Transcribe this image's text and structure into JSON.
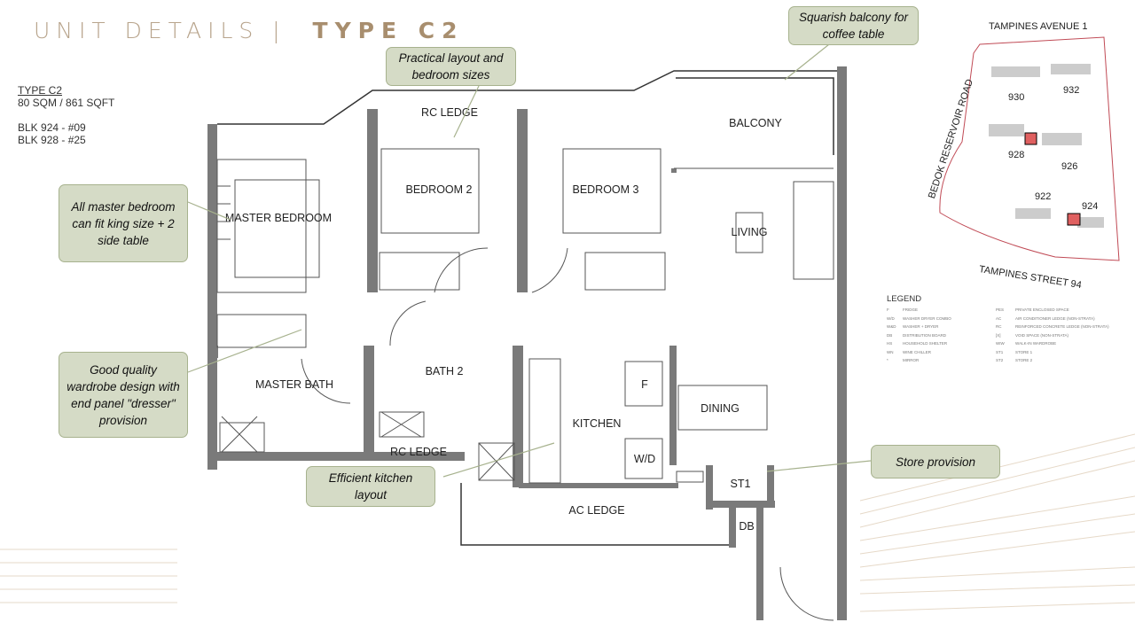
{
  "header": {
    "title_light": "UNIT DETAILS |",
    "title_bold": "TYPE C2"
  },
  "unit_info": {
    "type": "TYPE C2",
    "area": "80 SQM / 861 SQFT",
    "units": [
      "BLK 924 - #09",
      "BLK 928 - #25"
    ]
  },
  "rooms": {
    "rc_ledge_top": "RC LEDGE",
    "balcony": "BALCONY",
    "master_bedroom": "MASTER BEDROOM",
    "bedroom2": "BEDROOM 2",
    "bedroom3": "BEDROOM 3",
    "living": "LIVING",
    "master_bath": "MASTER BATH",
    "bath2": "BATH 2",
    "kitchen": "KITCHEN",
    "dining": "DINING",
    "fridge": "F",
    "washer_dryer": "W/D",
    "rc_ledge_bottom": "RC LEDGE",
    "st1": "ST1",
    "db": "DB",
    "ac_ledge": "AC LEDGE"
  },
  "callouts": {
    "layout": "Practical layout and bedroom sizes",
    "balcony": "Squarish balcony for coffee table",
    "master": "All master bedroom can fit king size + 2 side table",
    "wardrobe": "Good quality wardrobe design with end panel \"dresser\" provision",
    "kitchen": "Efficient kitchen layout",
    "store": "Store provision"
  },
  "site_plan": {
    "roads": {
      "north": "TAMPINES AVENUE 1",
      "west": "BEDOK RESERVOIR ROAD",
      "south": "TAMPINES STREET 94"
    },
    "blocks": [
      "930",
      "932",
      "928",
      "926",
      "922",
      "924"
    ],
    "highlight_color": "#e06060"
  },
  "legend": {
    "title": "LEGEND",
    "items": [
      [
        "F",
        "FRIDGE",
        "PES",
        "PRIVATE ENCLOSED SPACE"
      ],
      [
        "W/D",
        "WASHER DRYER COMBO",
        "AC",
        "AIR CONDITIONER LEDGE (NON-STRATA)"
      ],
      [
        "W&D",
        "WASHER + DRYER",
        "RC",
        "REINFORCED CONCRETE LEDGE (NON-STRATA)"
      ],
      [
        "DB",
        "DISTRIBUTION BOARD",
        "[X]",
        "VOID SPACE (NON-STRATA)"
      ],
      [
        "HS",
        "HOUSEHOLD SHELTER",
        "WIW",
        "WALK-IN WARDROBE"
      ],
      [
        "WN",
        "WINE CHILLER",
        "ST1",
        "STORE 1"
      ],
      [
        "*",
        "MIRROR",
        "ST2",
        "STORE 2"
      ]
    ]
  },
  "colors": {
    "wall": "#7a7a7a",
    "callout_bg": "#d5dbc6",
    "title": "#b8a48c"
  }
}
